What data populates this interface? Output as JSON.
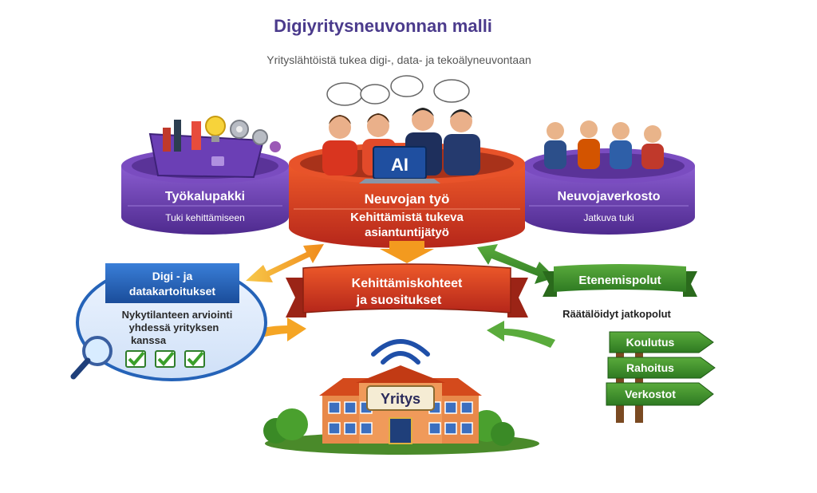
{
  "title": "Digiyritysneuvonnan malli",
  "subtitle": "Yrityslähtöistä tukea digi-, data- ja tekoälyneuvontaan",
  "toolbox": {
    "title": "Työkalupakki",
    "caption": "Tuki kehittämiseen"
  },
  "advisor": {
    "ai_label": "AI",
    "title": "Neuvojan työ",
    "line1": "Kehittämistä tukeva",
    "line2": "asiantuntijätyö"
  },
  "network": {
    "title": "Neuvojaverkosto",
    "caption": "Jatkuva tuki"
  },
  "mapping": {
    "title_line1": "Digi - ja",
    "title_line2": "datakartoitukset",
    "text_line1": "Nykytilanteen arviointi",
    "text_line2": "yhdessä yrityksen",
    "text_line3": "kanssa"
  },
  "targets": {
    "line1": "Kehittämiskohteet",
    "line2": "ja suositukset"
  },
  "paths": {
    "title": "Etenemispolut",
    "caption": "Räätälöidyt jatkopolut",
    "signs": [
      "Koulutus",
      "Rahoitus",
      "Verkostot"
    ]
  },
  "company": {
    "label": "Yritys"
  },
  "colors": {
    "title": "#4b3b8c",
    "purple": "#6a3fb0",
    "red": "#d8401f",
    "green": "#3d8c2c",
    "blue": "#1f5fb0",
    "orange": "#f0a020"
  }
}
